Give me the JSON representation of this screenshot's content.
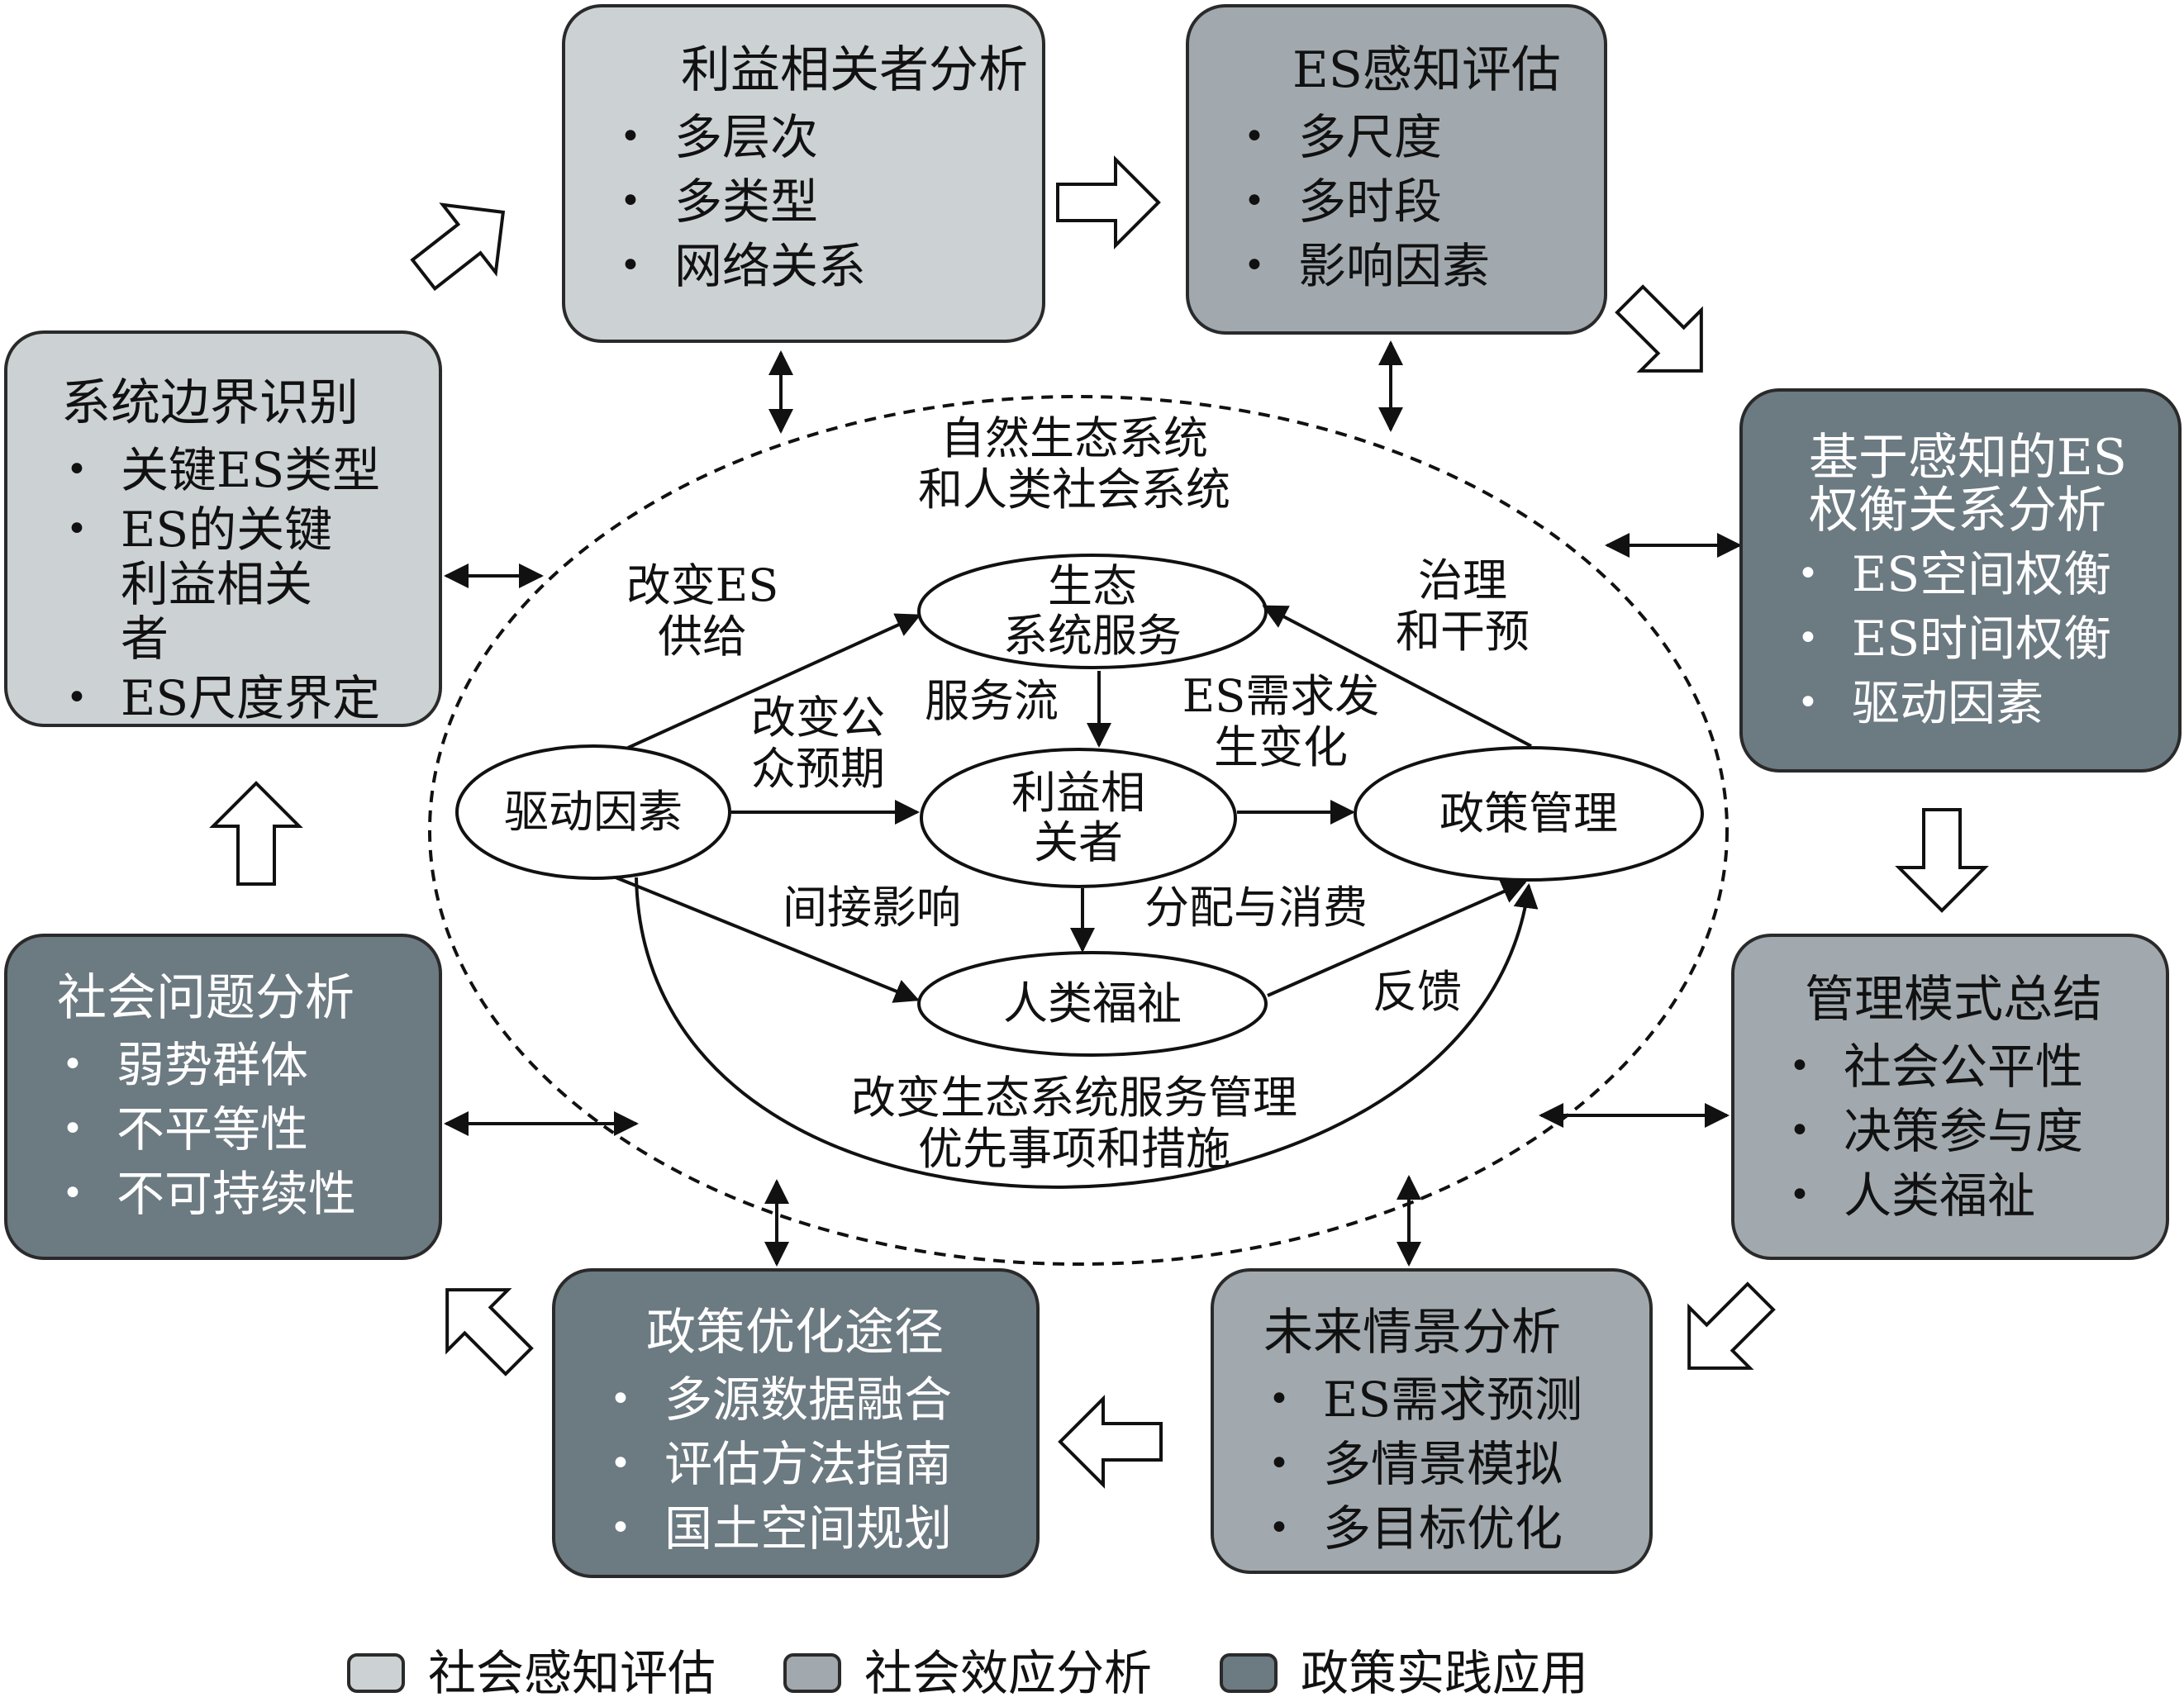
{
  "boxes": {
    "stakeholder_analysis": {
      "title": "利益相关者分析",
      "items": [
        "多层次",
        "多类型",
        "网络关系"
      ]
    },
    "es_perception": {
      "title": "ES感知评估",
      "items": [
        "多尺度",
        "多时段",
        "影响因素"
      ]
    },
    "tradeoff_analysis": {
      "title_lines": [
        "基于感知的ES",
        "权衡关系分析"
      ],
      "items": [
        "ES空间权衡",
        "ES时间权衡",
        "驱动因素"
      ]
    },
    "management_summary": {
      "title": "管理模式总结",
      "items": [
        "社会公平性",
        "决策参与度",
        "人类福祉"
      ]
    },
    "future_scenarios": {
      "title": "未来情景分析",
      "items": [
        "ES需求预测",
        "多情景模拟",
        "多目标优化"
      ]
    },
    "policy_optimization": {
      "title": "政策优化途径",
      "items": [
        "多源数据融合",
        "评估方法指南",
        "国土空间规划"
      ]
    },
    "social_problems": {
      "title": "社会问题分析",
      "items": [
        "弱势群体",
        "不平等性",
        "不可持续性"
      ]
    },
    "system_boundary": {
      "title": "系统边界识别",
      "items": [
        "关键ES类型",
        "ES的关键利益相关者",
        "ES尺度界定"
      ]
    }
  },
  "center": {
    "title_lines": [
      "自然生态系统",
      "和人类社会系统"
    ],
    "nodes": {
      "ecosystem_services": [
        "生态",
        "系统服务"
      ],
      "drivers": [
        "驱动因素"
      ],
      "stakeholders": [
        "利益相",
        "关者"
      ],
      "policy_management": [
        "政策管理"
      ],
      "human_wellbeing": [
        "人类福祉"
      ]
    },
    "edge_labels": {
      "change_supply": [
        "改变ES",
        "供给"
      ],
      "governance": [
        "治理",
        "和干预"
      ],
      "service_flow": [
        "服务流"
      ],
      "change_expectation": [
        "改变公",
        "众预期"
      ],
      "demand_change": [
        "ES需求发",
        "生变化"
      ],
      "indirect_impact": [
        "间接影响"
      ],
      "distribution": [
        "分配与消费"
      ],
      "feedback": [
        "反馈"
      ],
      "change_priorities": [
        "改变生态系统服务管理",
        "优先事项和措施"
      ]
    }
  },
  "legend": [
    {
      "label": "社会感知评估",
      "color": "#ccd1d4"
    },
    {
      "label": "社会效应分析",
      "color": "#a1a9ae"
    },
    {
      "label": "政策实践应用",
      "color": "#6c7a82"
    }
  ]
}
